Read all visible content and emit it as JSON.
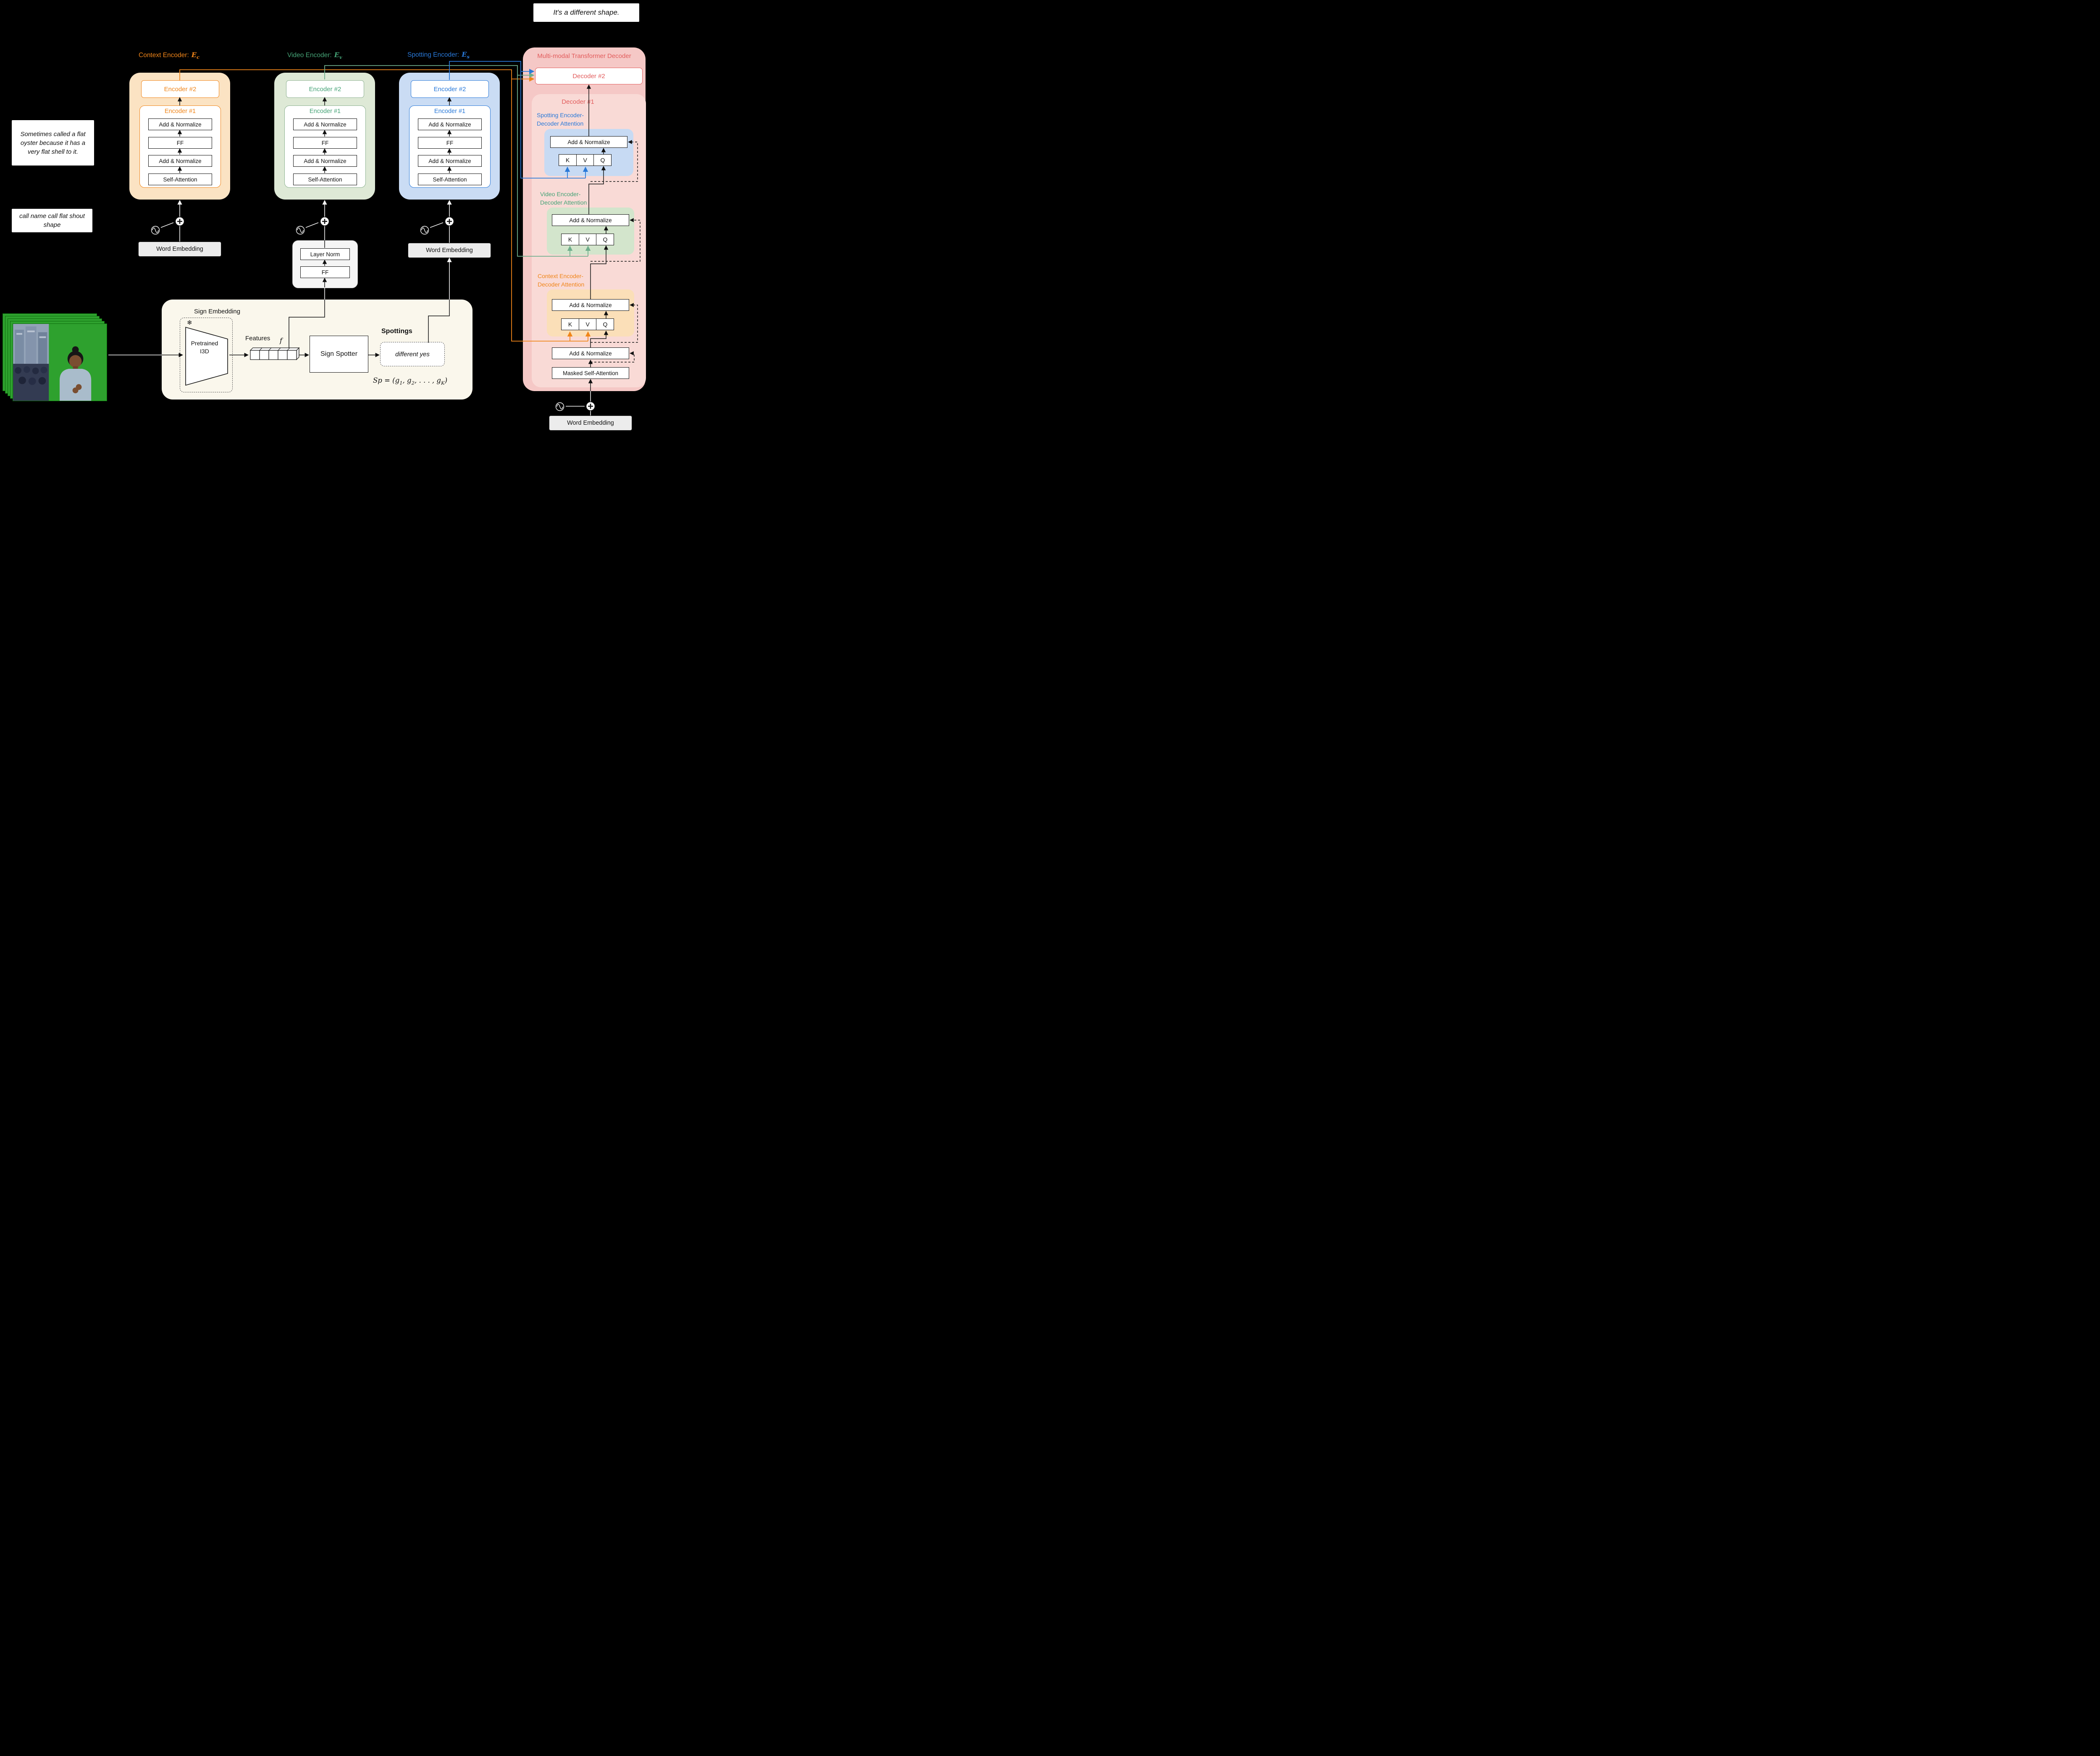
{
  "colors": {
    "context_orange": "#F08519",
    "video_green": "#6FA287",
    "spotting_blue": "#2979D9",
    "decoder_red": "#E25C5C",
    "frame_green": "#2EA12E"
  },
  "bubble": {
    "text": "It's a different shape."
  },
  "notes": {
    "context_text": "Sometimes called a flat oyster because it has a very flat shell to it.",
    "spotting_words": "call name call flat shout shape"
  },
  "headers": {
    "context": {
      "label": "Context Encoder:",
      "math_base": "E",
      "math_sub": "c"
    },
    "video": {
      "label": "Video Encoder:",
      "math_base": "E",
      "math_sub": "v"
    },
    "spotting": {
      "label": "Spotting Encoder:",
      "math_base": "E",
      "math_sub": "s"
    },
    "decoder_title": "Multi-modal Transformer Decoder"
  },
  "encoders": {
    "context": {
      "encoder2": "Encoder #2",
      "encoder1": "Encoder #1",
      "layers": [
        "Add & Normalize",
        "FF",
        "Add & Normalize",
        "Self-Attention"
      ],
      "embedding": "Word Embedding"
    },
    "video": {
      "encoder2": "Encoder #2",
      "encoder1": "Encoder #1",
      "layers": [
        "Add & Normalize",
        "FF",
        "Add & Normalize",
        "Self-Attention"
      ],
      "pre_layers": [
        "Layer Norm",
        "FF"
      ]
    },
    "spotting": {
      "encoder2": "Encoder #2",
      "encoder1": "Encoder #1",
      "layers": [
        "Add & Normalize",
        "FF",
        "Add & Normalize",
        "Self-Attention"
      ],
      "embedding": "Word Embedding"
    }
  },
  "decoder": {
    "decoder2": "Decoder #2",
    "decoder1": "Decoder #1",
    "spotting_attn": {
      "line1": "Spotting Encoder-",
      "line2": "Decoder Attention",
      "add_norm": "Add & Normalize",
      "k": "K",
      "v": "V",
      "q": "Q"
    },
    "video_attn": {
      "line1": "Video Encoder-",
      "line2": "Decoder Attention",
      "add_norm": "Add & Normalize",
      "k": "K",
      "v": "V",
      "q": "Q"
    },
    "context_attn": {
      "line1": "Context Encoder-",
      "line2": "Decoder Attention",
      "add_norm": "Add & Normalize",
      "k": "K",
      "v": "V",
      "q": "Q"
    },
    "add_norm": "Add & Normalize",
    "masked_self_attention": "Masked Self-Attention",
    "embedding": "Word Embedding"
  },
  "sign_embedding": {
    "title": "Sign Embedding",
    "snowflake": "❄",
    "pretrained_line1": "Pretrained",
    "pretrained_line2": "I3D",
    "features_label": "Features",
    "f_symbol": "f",
    "sign_spotter": "Sign Spotter",
    "spottings_label": "Spottings",
    "spottings_value": "different yes",
    "formula": {
      "p1": "Sp = (g",
      "s1": "1",
      "p2": ", g",
      "s2": "2",
      "p3": ", . . . , g",
      "s3": "K",
      "p4": ")"
    }
  }
}
